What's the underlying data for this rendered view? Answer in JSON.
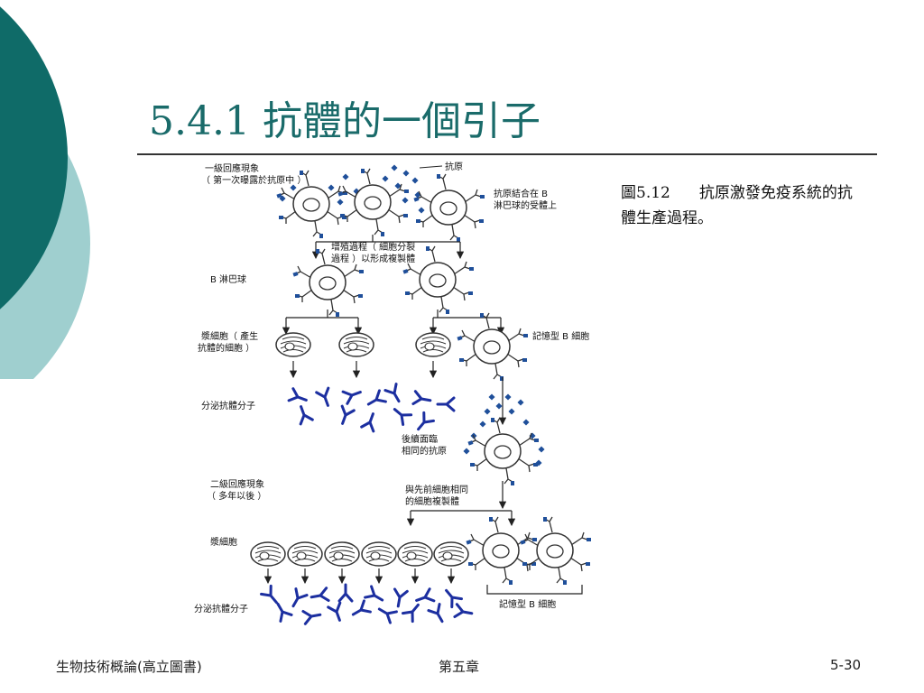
{
  "slide": {
    "title": "5.4.1  抗體的一個引子",
    "caption_number": "圖5.12",
    "caption_text": "抗原激發免疫系統的抗體生產過程。"
  },
  "diagram": {
    "labels": {
      "primary_response": "一級回應現象",
      "primary_response_sub": "（ 第一次曝露於抗原中 ）",
      "antigen": "抗原",
      "antigen_bound_1": "抗原結合在 B",
      "antigen_bound_2": "淋巴球的受體上",
      "proliferation_1": "增殖過程（ 細胞分裂",
      "proliferation_2": "過程 ）以形成複製體",
      "b_lymphocyte": "B 淋巴球",
      "plasma_cell_1": "漿細胞（ 產生",
      "plasma_cell_2": "抗體的細胞 ）",
      "memory_b_cell": "記憶型 B 細胞",
      "secrete_antibody": "分泌抗體分子",
      "reexposure_1": "後續面臨",
      "reexposure_2": "相同的抗原",
      "secondary_response": "二級回應現象",
      "secondary_response_sub": "（ 多年以後 ）",
      "same_clone_1": "與先前細胞相同",
      "same_clone_2": "的細胞複製體",
      "plasma_cell_short": "漿細胞",
      "secrete_antibody_2": "分泌抗體分子",
      "memory_b_cell_2": "記憶型 B 細胞"
    }
  },
  "footer": {
    "left": "生物技術概論(高立圖書)",
    "center": "第五章",
    "right": "5-30"
  },
  "colors": {
    "teal_dark": "#0f6b68",
    "teal_light": "#9fcfcf",
    "title": "#1a6b6a",
    "antigen": "#1f4f9a",
    "antibody": "#1c2fa0"
  }
}
